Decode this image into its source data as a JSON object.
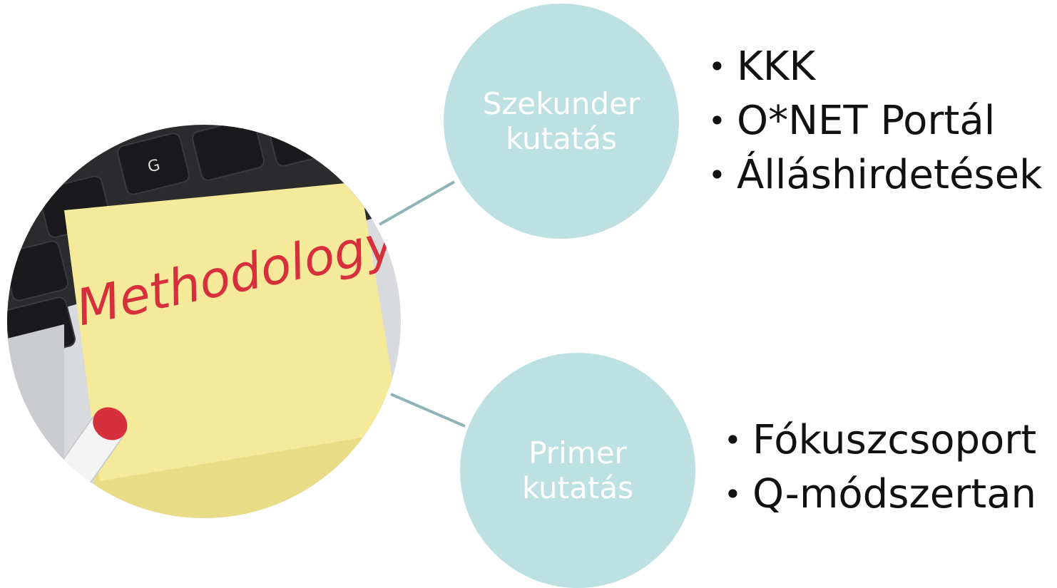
{
  "photo": {
    "note_text": "Methodology",
    "key_label": "G",
    "description_icon": "sticky-note-on-keyboard"
  },
  "secondary": {
    "label_line1": "Szekunder",
    "label_line2": "kutatás",
    "items": [
      "KKK",
      "O*NET Portál",
      "Álláshirdetések"
    ]
  },
  "primary": {
    "label_line1": "Primer",
    "label_line2": "kutatás",
    "items": [
      "Fókuszcsoport",
      "Q-módszertan"
    ]
  },
  "colors": {
    "bubble": "#bde0e3",
    "connector": "#8fb4b7",
    "note": "#f5ea9a",
    "note_text": "#d6303c"
  }
}
